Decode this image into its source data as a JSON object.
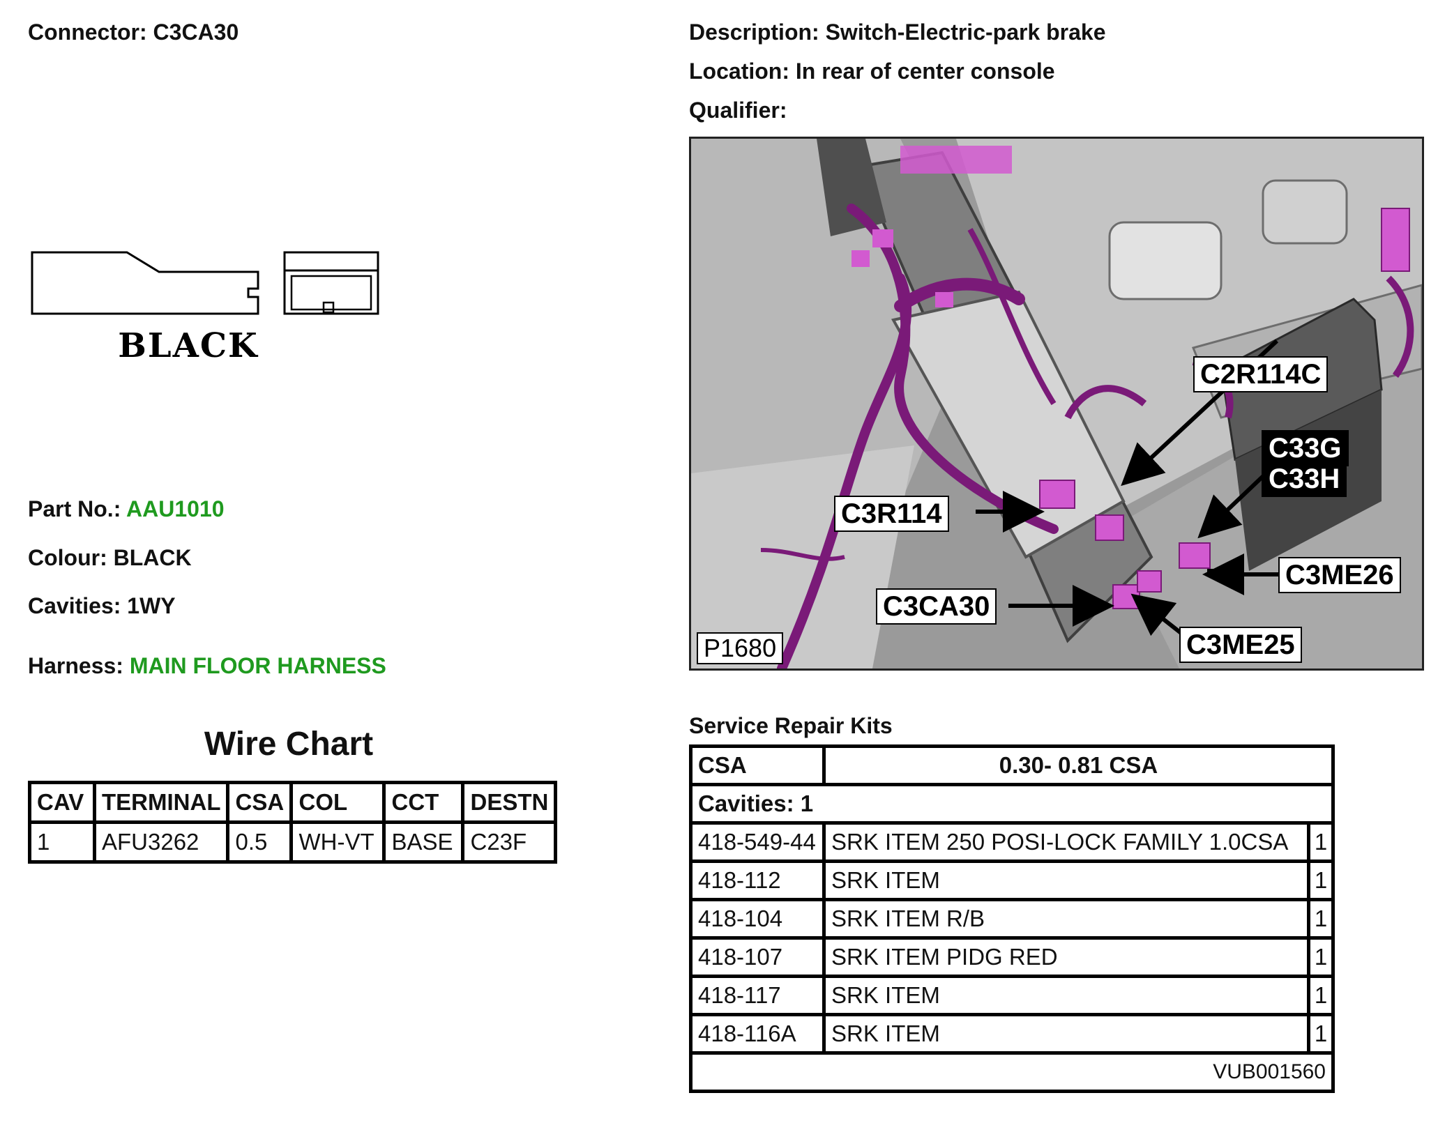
{
  "connector": {
    "label": "Connector:",
    "value": "C3CA30"
  },
  "description": {
    "label": "Description:",
    "value": "Switch-Electric-park brake"
  },
  "location": {
    "label": "Location:",
    "value": "In rear of center console"
  },
  "qualifier": {
    "label": "Qualifier:",
    "value": ""
  },
  "drawing": {
    "colour_text": "BLACK"
  },
  "part_no": {
    "label": "Part No.:",
    "value": "AAU1010"
  },
  "colour": {
    "label": "Colour:",
    "value": "BLACK"
  },
  "cavities": {
    "label": "Cavities:",
    "value": "1WY"
  },
  "harness": {
    "label": "Harness:",
    "value": "MAIN FLOOR HARNESS"
  },
  "wire_chart": {
    "title": "Wire Chart",
    "headers": [
      "CAV",
      "TERMINAL",
      "CSA",
      "COL",
      "CCT",
      "DESTN"
    ],
    "rows": [
      [
        "1",
        "AFU3262",
        "0.5",
        "WH-VT",
        "BASE",
        "C23F"
      ]
    ]
  },
  "photo": {
    "id": "P1680",
    "callouts": {
      "c2r114c": "C2R114C",
      "c33g": "C33G",
      "c33h": "C33H",
      "c3r114": "C3R114",
      "c3me26": "C3ME26",
      "c3ca30": "C3CA30",
      "c3me25": "C3ME25"
    }
  },
  "service_repair_kits": {
    "title": "Service Repair Kits",
    "csa_label": "CSA",
    "csa_value": "0.30- 0.81 CSA",
    "cavities": "Cavities: 1",
    "rows": [
      [
        "418-549-44",
        "SRK ITEM 250 POSI-LOCK FAMILY 1.0CSA",
        "1"
      ],
      [
        "418-112",
        "SRK ITEM",
        "1"
      ],
      [
        "418-104",
        "SRK ITEM R/B",
        "1"
      ],
      [
        "418-107",
        "SRK ITEM PIDG RED",
        "1"
      ],
      [
        "418-117",
        "SRK ITEM",
        "1"
      ],
      [
        "418-116A",
        "SRK ITEM",
        "1"
      ]
    ],
    "footer": "VUB001560"
  },
  "colors": {
    "accent_green": "#1f9a1f",
    "harness_purple": "#7a1a78",
    "connector_pink": "#d25ad0"
  }
}
